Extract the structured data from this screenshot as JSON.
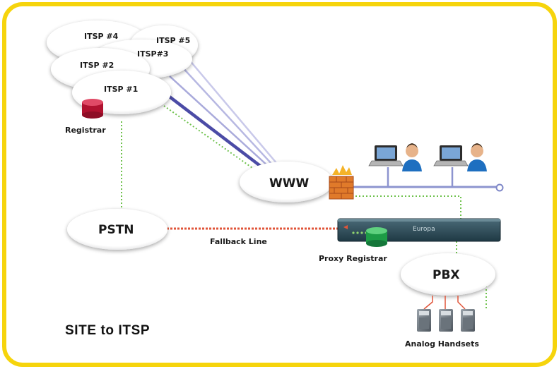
{
  "diagram": {
    "caption": "SITE to ITSP",
    "nodes": {
      "itsp4": "ITSP #4",
      "itsp5": "ITSP #5",
      "itsp3": "ITSP#3",
      "itsp2": "ITSP #2",
      "itsp1": "ITSP #1",
      "registrar": "Registrar",
      "www": "WWW",
      "pstn": "PSTN",
      "fallback_line": "Fallback Line",
      "appliance_brand": "Europa",
      "proxy_registrar": "Proxy Registrar",
      "pbx": "PBX",
      "handsets": "Analog Handsets"
    },
    "colors": {
      "frame": "#f6d40c",
      "cloud_fill": "#ffffff",
      "registrar_red": "#c4163a",
      "proxy_green": "#1fa64a",
      "trunk_blue": "#5a5aa8",
      "lan_blue": "#7f88c8",
      "fallback_red": "#e0553a",
      "dotted_green": "#6fc24d",
      "appliance_dark": "#2b4a58",
      "firewall_orange": "#e07a2a"
    }
  }
}
